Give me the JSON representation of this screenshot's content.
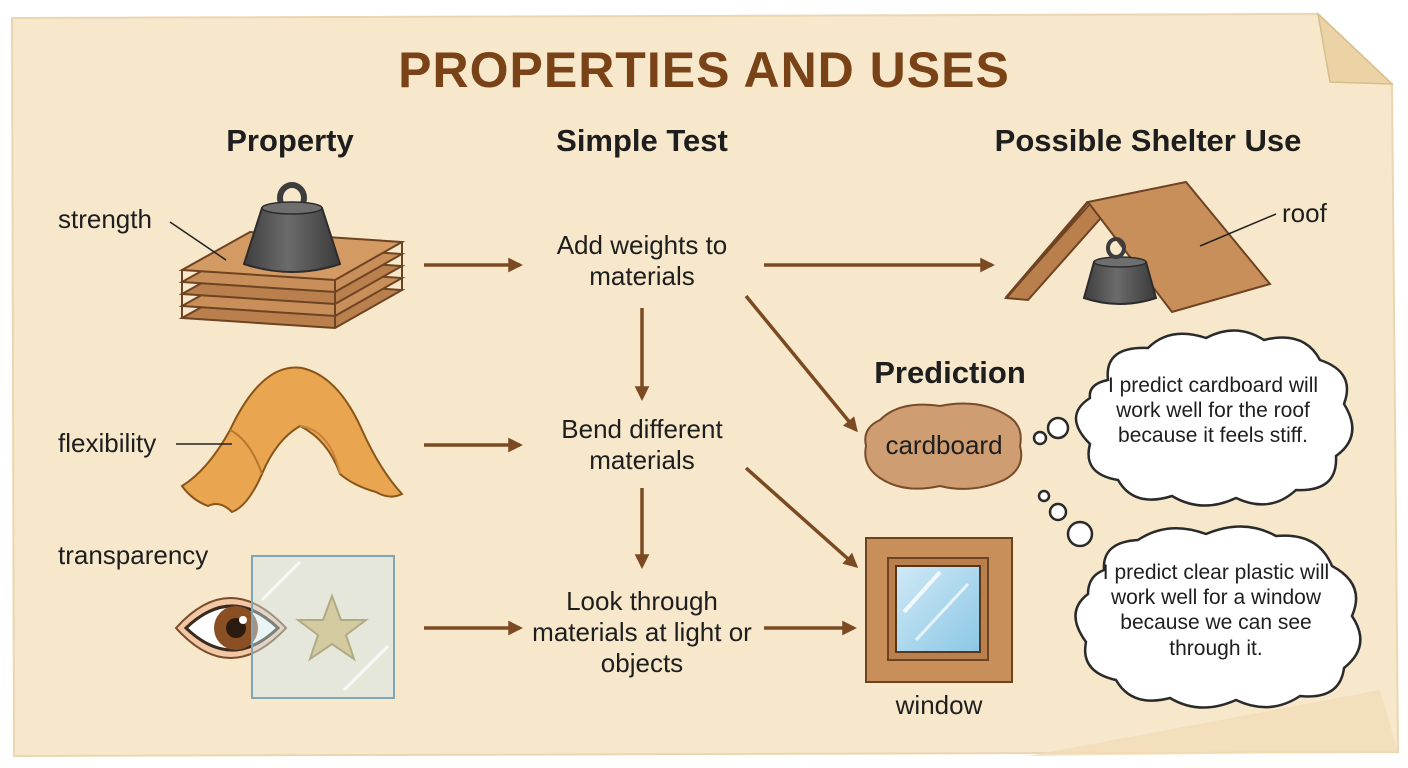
{
  "title": "PROPERTIES AND USES",
  "headers": {
    "property": "Property",
    "test": "Simple Test",
    "use": "Possible Shelter Use"
  },
  "properties": {
    "strength": "strength",
    "flexibility": "flexibility",
    "transparency": "transparency"
  },
  "tests": {
    "weights": "Add weights to materials",
    "bend": "Bend different materials",
    "look": "Look through materials at light or objects"
  },
  "uses": {
    "roof": "roof",
    "window": "window"
  },
  "prediction": {
    "heading": "Prediction",
    "material": "cardboard",
    "thought_roof": "I predict cardboard will work well for the roof because it feels stiff.",
    "thought_window": "I predict clear plastic will work well for a window because we can see through it."
  },
  "colors": {
    "paper": "#f7e8cc",
    "title": "#7a4217",
    "arrow": "#7b4a22",
    "cardboard": "#c98f5a",
    "cloth": "#e9a54f",
    "weight": "#575757"
  }
}
